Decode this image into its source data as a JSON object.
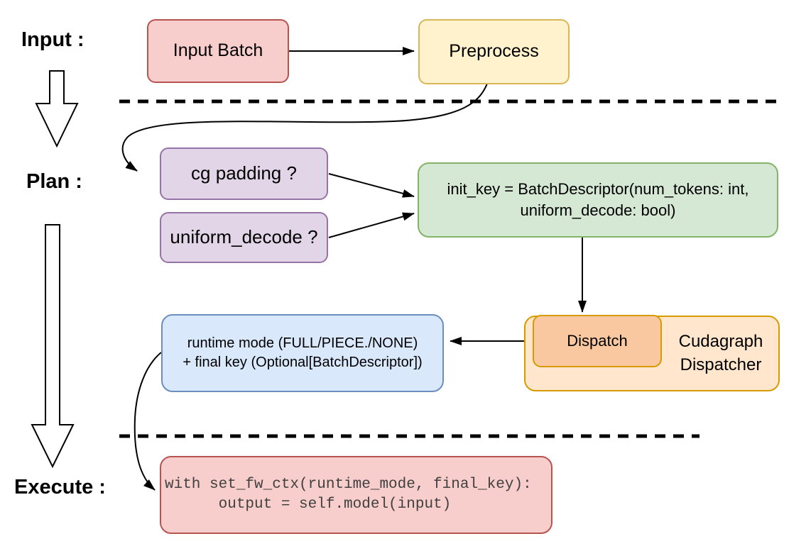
{
  "labels": {
    "input": "Input :",
    "plan": "Plan :",
    "execute": "Execute :"
  },
  "nodes": {
    "input_batch": {
      "label": "Input Batch",
      "fill": "#f8cecc",
      "stroke": "#b85450"
    },
    "preprocess": {
      "label": "Preprocess",
      "fill": "#fff2cc",
      "stroke": "#d6b656"
    },
    "cg_padding": {
      "label": "cg padding ?",
      "fill": "#e1d5e7",
      "stroke": "#9673a6"
    },
    "uniform_decode": {
      "label": "uniform_decode ?",
      "fill": "#e1d5e7",
      "stroke": "#9673a6"
    },
    "init_key": {
      "label": "init_key = BatchDescriptor(num_tokens: int,\nuniform_decode: bool)",
      "fill": "#d5e8d4",
      "stroke": "#82b366"
    },
    "runtime_mode": {
      "label": "runtime mode (FULL/PIECE./NONE)\n+ final key (Optional[BatchDescriptor])",
      "fill": "#dae8fc",
      "stroke": "#6c8ebf"
    },
    "cudagraph_dispatcher": {
      "label": "Cudagraph\nDispatcher",
      "fill": "#ffe6cc",
      "stroke": "#d79b00"
    },
    "dispatch": {
      "label": "Dispatch",
      "fill": "#fac8a0",
      "stroke": "#d79b00"
    },
    "execute_code": {
      "label": "with set_fw_ctx(runtime_mode, final_key):\n      output = self.model(input)",
      "fill": "#f8cecc",
      "stroke": "#b85450",
      "text_color": "#404040"
    }
  },
  "edge_color": "#000000"
}
